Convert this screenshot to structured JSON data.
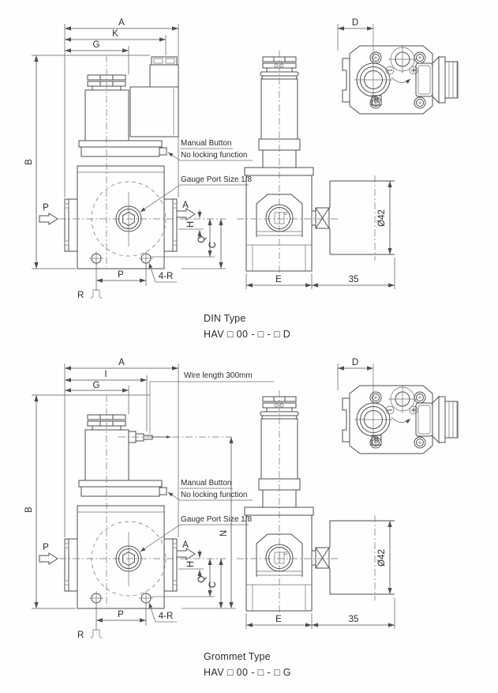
{
  "figures": [
    {
      "caption": "DIN Type",
      "model_code": "HAV □ 00 - □ - □ D",
      "dim_labels": {
        "a_top": "A",
        "k": "K",
        "g": "G",
        "b": "B",
        "p_port": "P",
        "a_port": "A",
        "h": "H",
        "q": "Q",
        "c": "C",
        "p_bottom": "P",
        "holes": "4-R",
        "r": "R",
        "e": "E",
        "offset_35": "35",
        "gauge_dia": "Ø42",
        "d_top": "D"
      },
      "notes": {
        "manual_button": "Manual Button",
        "no_locking": "No locking function",
        "gauge_port": "Gauge Port Size 1/8"
      },
      "top_view": {
        "r_mark": "R"
      }
    },
    {
      "caption": "Grommet Type",
      "model_code": "HAV □ 00 - □ - □ G",
      "dim_labels": {
        "a_top": "A",
        "i": "I",
        "g": "G",
        "b": "B",
        "n": "N",
        "p_port": "P",
        "a_port": "A",
        "h": "H",
        "q": "Q",
        "c": "C",
        "p_bottom": "P",
        "holes": "4-R",
        "r": "R",
        "e": "E",
        "offset_35": "35",
        "gauge_dia": "Ø42",
        "d_top": "D"
      },
      "notes": {
        "manual_button": "Manual Button",
        "no_locking": "No locking function",
        "gauge_port": "Gauge Port Size 1/8",
        "wire_length": "Wire length 300mm"
      },
      "top_view": {
        "r_mark": "R"
      }
    }
  ]
}
